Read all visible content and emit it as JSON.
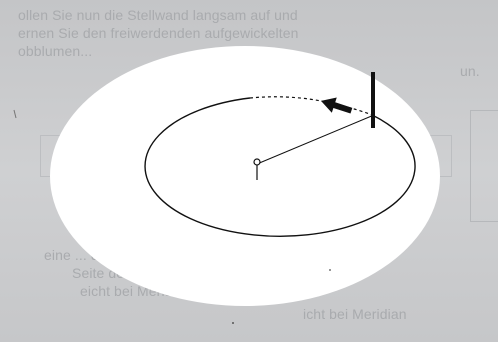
{
  "background_text": {
    "line1": "ollen Sie nun die Stellwand langsam auf und",
    "line2": "ernen Sie den freiwerdenden aufgewickelten",
    "line3": "obblumen...",
    "line4": "un.",
    "line5": "...",
    "line6": "eine ... die ...",
    "line7": "Seite der ...",
    "line8": "eicht bei Meridian",
    "line9": "icht bei Meridian"
  }
}
